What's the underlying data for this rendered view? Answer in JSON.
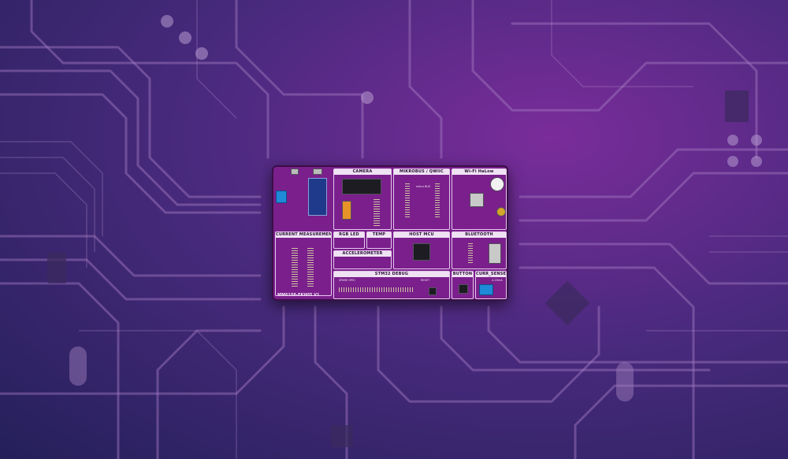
{
  "board": {
    "label": "MM6108-EKH05 V1",
    "sections": {
      "camera": "CAMERA",
      "mikrobus": "MIKROBUS / QWIIC",
      "wifi": "Wi-Fi HaLow",
      "current_measurement": "CURRENT MEASUREMENT",
      "rgb_led": "RGB LED",
      "temp": "TEMP",
      "host_mcu": "HOST MCU",
      "bluetooth": "BLUETOOTH",
      "accelerometer": "ACCELEROMETER",
      "stm32_debug": "STM32 DEBUG",
      "button": "BUTTON",
      "curr_sense": "CURR_SENSE"
    },
    "small_labels": {
      "mikro_bus": "mikro BUS",
      "spare_gpio": "SPARE GPIO",
      "reset": "RESET",
      "range": "4-20mA"
    }
  },
  "colors": {
    "board": "#7a1f8c",
    "background_light": "#7a2c9a",
    "background_dark": "#24205a",
    "trace": "#b07ac8",
    "terminal_blue": "#1f8ad8"
  }
}
